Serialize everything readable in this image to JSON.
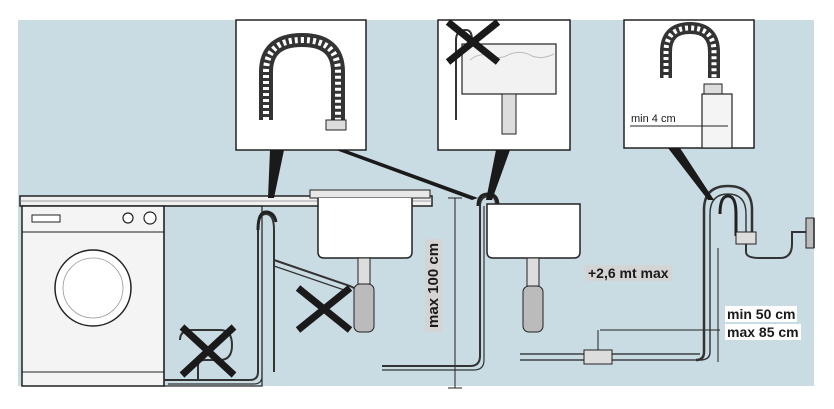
{
  "labels": {
    "max_height": "max 100 cm",
    "hose_extension": "+2,6 mt max",
    "min_height": "min 50 cm",
    "max_height_right": "max 85 cm",
    "min_gap": "min 4 cm"
  },
  "colors": {
    "background": "#c9dbe3",
    "panel": "#ffffff",
    "line": "#1a1a1a",
    "hose": "#444444",
    "cross": "#1a1a1a"
  },
  "icons": [
    "washing-machine-icon",
    "hose-u-bend-icon",
    "cross-icon",
    "sink-icon",
    "trap-icon",
    "wall-drain-icon"
  ]
}
